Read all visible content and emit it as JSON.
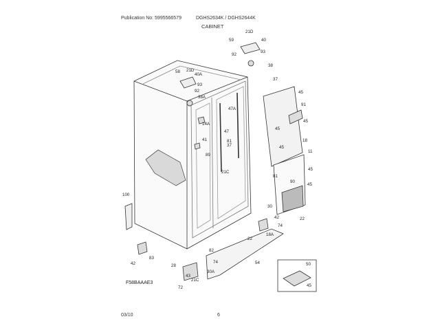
{
  "header": {
    "publication": "Publication No: 5995566579",
    "models": "DGHS2634K / DGHS2644K",
    "section": "CABINET"
  },
  "diagram_code": "F58BAAAE3",
  "footer": {
    "date": "03/10",
    "page": "6"
  },
  "part_labels": [
    "21D",
    "59",
    "40",
    "93",
    "92",
    "38",
    "37",
    "58",
    "21D",
    "40A",
    "93",
    "92",
    "38A",
    "45",
    "91",
    "45",
    "45",
    "18",
    "45",
    "11",
    "45",
    "45",
    "90",
    "81",
    "47A",
    "47",
    "81",
    "37",
    "14A",
    "41",
    "89",
    "100",
    "21C",
    "22",
    "30",
    "42",
    "74",
    "18A",
    "22",
    "82",
    "83",
    "42",
    "74",
    "30A",
    "43",
    "28",
    "21C",
    "72",
    "54",
    "50",
    "45"
  ]
}
